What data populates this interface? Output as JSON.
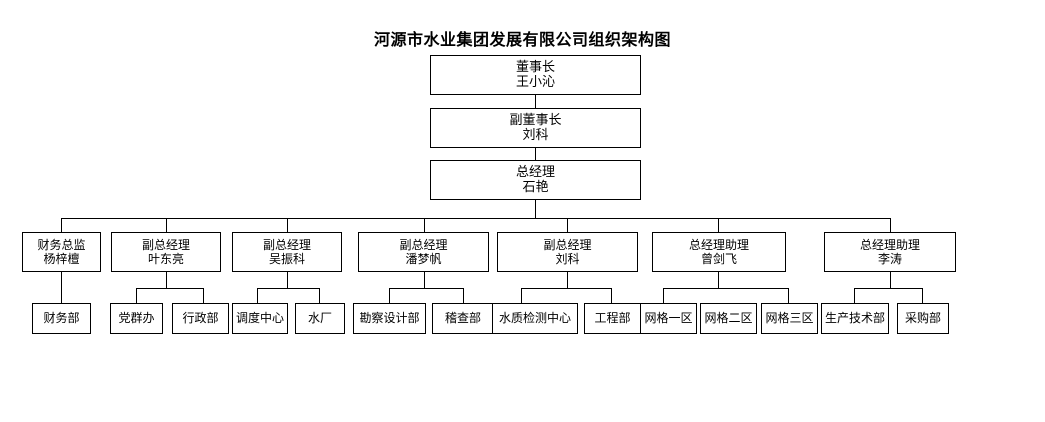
{
  "title": "河源市水业集团发展有限公司组织架构图",
  "chart_data": {
    "type": "diagram",
    "diagram_type": "org-chart",
    "title": "河源市水业集团发展有限公司组织架构图",
    "levels": 4,
    "orientation": "top-down"
  },
  "nodes": {
    "chairman": {
      "title": "董事长",
      "name": "王小沁"
    },
    "vice_chairman": {
      "title": "副董事长",
      "name": "刘科"
    },
    "general_manager": {
      "title": "总经理",
      "name": "石艳"
    },
    "managers": [
      {
        "title": "财务总监",
        "name": "杨梓檀"
      },
      {
        "title": "副总经理",
        "name": "叶东亮"
      },
      {
        "title": "副总经理",
        "name": "吴振科"
      },
      {
        "title": "副总经理",
        "name": "潘梦帆"
      },
      {
        "title": "副总经理",
        "name": "刘科"
      },
      {
        "title": "总经理助理",
        "name": "曾剑飞"
      },
      {
        "title": "总经理助理",
        "name": "李涛"
      }
    ],
    "departments": [
      {
        "label": "财务部"
      },
      {
        "label": "党群办"
      },
      {
        "label": "行政部"
      },
      {
        "label": "调度中心"
      },
      {
        "label": "水厂"
      },
      {
        "label": "勘察设计部"
      },
      {
        "label": "稽查部"
      },
      {
        "label": "水质检测中心"
      },
      {
        "label": "工程部"
      },
      {
        "label": "网格一区"
      },
      {
        "label": "网格二区"
      },
      {
        "label": "网格三区"
      },
      {
        "label": "生产技术部"
      },
      {
        "label": "采购部"
      }
    ]
  },
  "colors": {
    "background": "#ffffff",
    "box_border": "#000000",
    "connector": "#000000",
    "text": "#000000"
  }
}
